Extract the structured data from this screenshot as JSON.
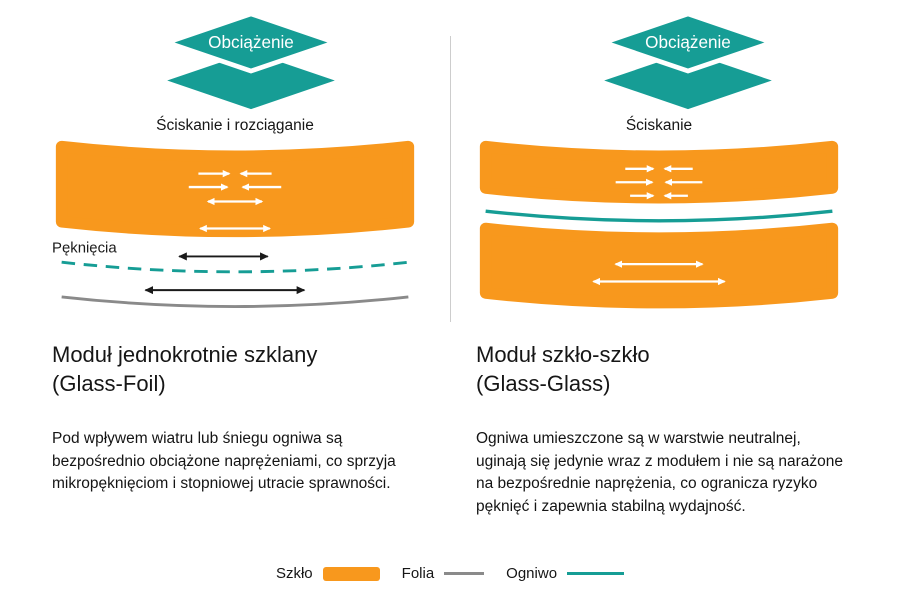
{
  "panels": {
    "left": {
      "load_label": "Obciążenie",
      "stress_label": "Ściskanie i rozciąganie",
      "cracks_label": "Pęknięcia",
      "title_line1": "Moduł jednokrotnie szklany",
      "title_line2": "(Glass-Foil)",
      "description": "Pod wpływem wiatru lub śniegu ogniwa są bezpośrednio obciążone naprężeniami, co sprzyja mikropęknięciom i stopniowej utracie sprawności."
    },
    "right": {
      "load_label": "Obciążenie",
      "stress_label": "Ściskanie",
      "title_line1": "Moduł szkło-szkło",
      "title_line2": "(Glass-Glass)",
      "description": "Ogniwa umieszczone są w warstwie neutralnej, uginają się jedynie wraz z modułem i nie są narażone na bezpośrednie naprężenia, co ogranicza ryzyko pęknięć i zapewnia stabilną wydajność."
    }
  },
  "legend": {
    "glass_label": "Szkło",
    "foil_label": "Folia",
    "cell_label": "Ogniwo"
  },
  "colors": {
    "glass_orange": "#F8981D",
    "cell_teal": "#169D95",
    "foil_gray": "#8A8A8A"
  }
}
